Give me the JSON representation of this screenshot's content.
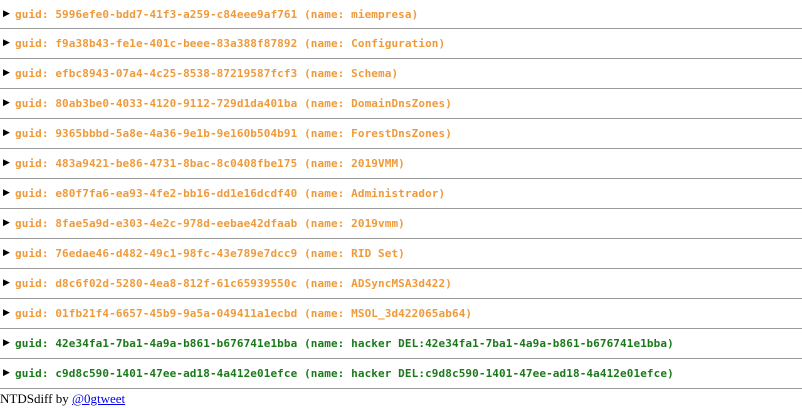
{
  "entries": [
    {
      "text": "guid: 5996efe0-bdd7-41f3-a259-c84eee9af761 (name: miempresa)",
      "color": "#ef9a3a"
    },
    {
      "text": "guid: f9a38b43-fe1e-401c-beee-83a388f87892 (name: Configuration)",
      "color": "#ef9a3a"
    },
    {
      "text": "guid: efbc8943-07a4-4c25-8538-87219587fcf3 (name: Schema)",
      "color": "#ef9a3a"
    },
    {
      "text": "guid: 80ab3be0-4033-4120-9112-729d1da401ba (name: DomainDnsZones)",
      "color": "#ef9a3a"
    },
    {
      "text": "guid: 9365bbbd-5a8e-4a36-9e1b-9e160b504b91 (name: ForestDnsZones)",
      "color": "#ef9a3a"
    },
    {
      "text": "guid: 483a9421-be86-4731-8bac-8c0408fbe175 (name: 2019VMM)",
      "color": "#ef9a3a"
    },
    {
      "text": "guid: e80f7fa6-ea93-4fe2-bb16-dd1e16dcdf40 (name: Administrador)",
      "color": "#ef9a3a"
    },
    {
      "text": "guid: 8fae5a9d-e303-4e2c-978d-eebae42dfaab (name: 2019vmm)",
      "color": "#ef9a3a"
    },
    {
      "text": "guid: 76edae46-d482-49c1-98fc-43e789e7dcc9 (name: RID Set)",
      "color": "#ef9a3a"
    },
    {
      "text": "guid: d8c6f02d-5280-4ea8-812f-61c65939550c (name: ADSyncMSA3d422)",
      "color": "#ef9a3a"
    },
    {
      "text": "guid: 01fb21f4-6657-45b9-9a5a-049411a1ecbd (name: MSOL_3d422065ab64)",
      "color": "#ef9a3a"
    },
    {
      "text": "guid: 42e34fa1-7ba1-4a9a-b861-b676741e1bba (name: hacker DEL:42e34fa1-7ba1-4a9a-b861-b676741e1bba)",
      "color": "#1a7a1a"
    },
    {
      "text": "guid: c9d8c590-1401-47ee-ad18-4a412e01efce (name: hacker DEL:c9d8c590-1401-47ee-ad18-4a412e01efce)",
      "color": "#1a7a1a"
    }
  ],
  "arrow_glyph": "▶",
  "footer": {
    "prefix": "NTDSdiff by ",
    "link_text": "@0gtweet"
  }
}
